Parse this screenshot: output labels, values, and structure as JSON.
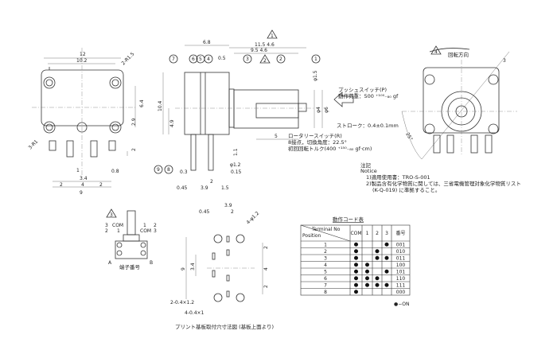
{
  "front_view": {
    "dims": [
      "12",
      "10.2",
      "2-R1.5",
      "6.4",
      "2.9",
      "2",
      "3-R1",
      "1",
      "3.4",
      "0.8",
      "2",
      "4",
      "2",
      "9"
    ]
  },
  "side_view": {
    "dims": [
      "6.8",
      "11.5  4.6",
      "9.5  4.6",
      "0.5",
      "10.4",
      "4.9",
      "5",
      "φ1.5",
      "φ4",
      "φ6",
      "1.1",
      "φ1.2",
      "0.15",
      "0.3",
      "0.45",
      "3.9",
      "2",
      "1.5"
    ],
    "balloons": [
      "7",
      "6",
      "5",
      "4",
      "3",
      "2",
      "1",
      "9",
      "8"
    ],
    "revisions": [
      "1",
      "2"
    ]
  },
  "push_switch": {
    "title": "プッシュスイッチ(P)",
    "force": "動作荷重：500 ⁺¹⁰⁰₋₈₀ gf",
    "stroke": "ストローク：0.4±0.1mm"
  },
  "rotary_switch": {
    "title": "ロータリースイッチ(R)",
    "detents": "8接点，切換角度：22.5°",
    "torque": "初回回転トルク(400 ⁺¹⁵⁰₋₈₀ gf·cm)"
  },
  "rear_view": {
    "rotation_label": "回転方向",
    "revision": "4",
    "dim": "3",
    "angle": "25°"
  },
  "notes": {
    "title": "注記",
    "subtitle": "Notice",
    "items": [
      "1)適用使用書：TRO-S-001",
      "2)製品含有化学物質に関しては、三省電機管理対象化学物質リスト",
      "(K-Q-019) に準拠すること。"
    ]
  },
  "terminal_diagram": {
    "revision": "3",
    "top_left": [
      "3",
      "2"
    ],
    "top_com_left": [
      "COM",
      "1"
    ],
    "top_right": [
      "1",
      "COM"
    ],
    "top_far_right": [
      "2",
      "3"
    ],
    "a": "A",
    "b": "B",
    "caption": "端子番号"
  },
  "pcb_layout": {
    "dims": [
      "3.9",
      "0.45",
      "2",
      "4-φ1.2",
      "9",
      "3.4",
      "2",
      "4",
      "2",
      "2-0.4×1.2",
      "4-0.4×1"
    ],
    "caption": "プリント基板取付穴寸法図 (基板上面より)"
  },
  "code_table": {
    "title": "動作コード表",
    "header_terminal": "Terminal No",
    "header_position": "Position",
    "columns": [
      "COM",
      "1",
      "2",
      "3",
      "番号"
    ],
    "rows": [
      {
        "pos": "1",
        "on": [
          1,
          0,
          0,
          1
        ],
        "code": "001"
      },
      {
        "pos": "2",
        "on": [
          1,
          0,
          1,
          0
        ],
        "code": "010"
      },
      {
        "pos": "3",
        "on": [
          1,
          0,
          1,
          1
        ],
        "code": "011"
      },
      {
        "pos": "4",
        "on": [
          1,
          1,
          0,
          0
        ],
        "code": "100"
      },
      {
        "pos": "5",
        "on": [
          1,
          1,
          0,
          1
        ],
        "code": "101"
      },
      {
        "pos": "6",
        "on": [
          1,
          1,
          1,
          0
        ],
        "code": "110"
      },
      {
        "pos": "7",
        "on": [
          1,
          1,
          1,
          1
        ],
        "code": "111"
      },
      {
        "pos": "8",
        "on": [
          1,
          0,
          0,
          0
        ],
        "code": "000"
      }
    ],
    "legend": "●−ON"
  }
}
